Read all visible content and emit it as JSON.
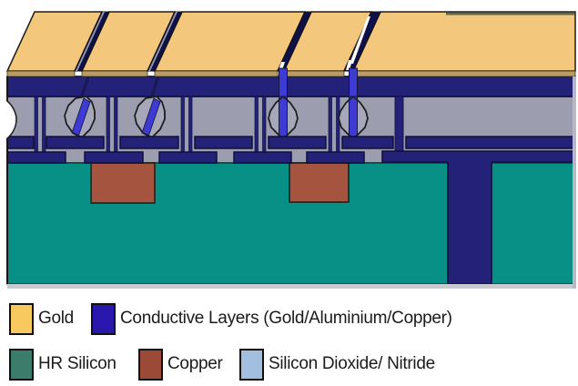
{
  "legend": {
    "items": [
      {
        "label": "Gold",
        "color": "#f8c95e"
      },
      {
        "label": "Conductive Layers (Gold/Aluminium/Copper)",
        "color": "#2a18ae"
      },
      {
        "label": "HR Silicon",
        "color": "#3b7c6b"
      },
      {
        "label": "Copper",
        "color": "#9c4a38"
      },
      {
        "label": "Silicon Dioxide/ Nitride",
        "color": "#a3bfdf"
      }
    ]
  },
  "colors": {
    "background": "#ffffff",
    "gold_face": "#f3c87d",
    "gold_edge_strip": "#bd9c64",
    "conductive_navy": "#242178",
    "navy_outline": "#10103a",
    "bright_blue_via": "#3d3bd4",
    "oxide_gray": "#9c9dae",
    "bond_gray": "#a6a7b8",
    "substrate_teal": "#089086",
    "copper_brown": "#a5543f",
    "gap_shadow": "#10104a",
    "bottom_edge_gray": "#c9c9d1",
    "right_edge_gray": "#b8b8c4",
    "outline_dark": "#1f1f1f",
    "legend_text": "#1b1b1b"
  }
}
